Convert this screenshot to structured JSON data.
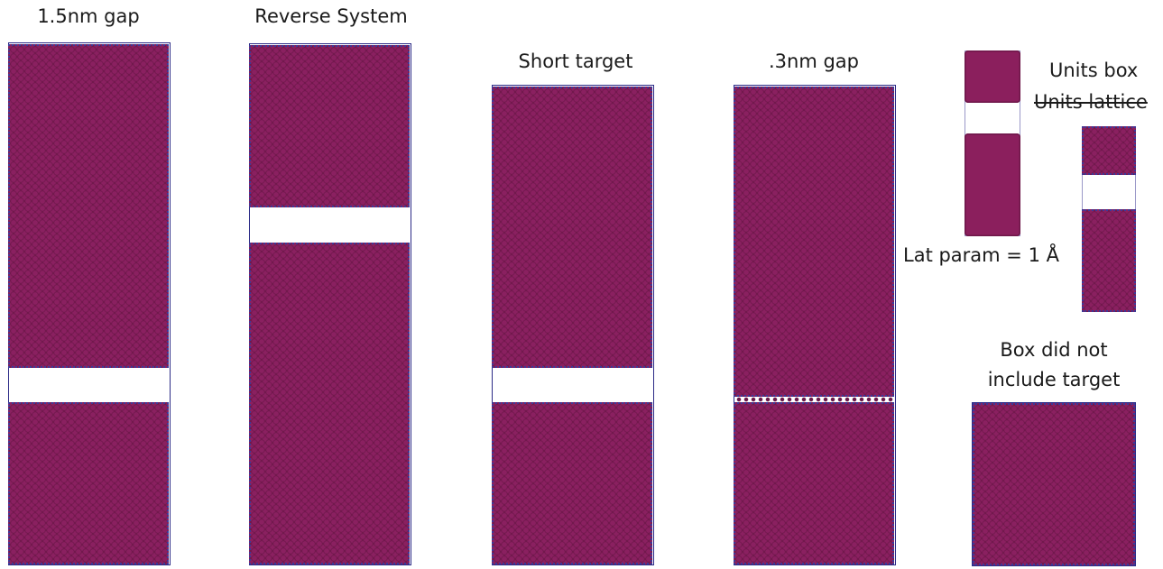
{
  "labels": {
    "gap_1_5nm": "1.5nm gap",
    "reverse_system": "Reverse System",
    "short_target": "Short target",
    "gap_0_3nm": ".3nm gap",
    "units_box": "Units box",
    "units_lattice": "Units lattice",
    "lat_param": "Lat param = 1 Å",
    "box_not_target_line1": "Box did not",
    "box_not_target_line2": "include target"
  },
  "colors": {
    "atom_fill": "#861f58",
    "atom_edge": "#6a1748",
    "box_frame": "#2b2a86",
    "units_box_fill": "#8b1f5d",
    "units_box_frame": "#9a98c8"
  }
}
